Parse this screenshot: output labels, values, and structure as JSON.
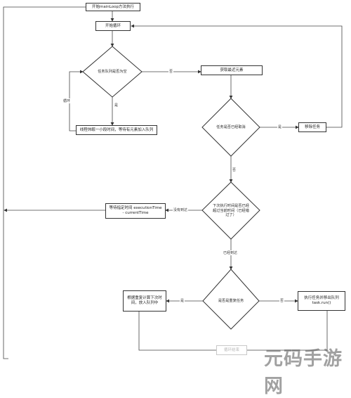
{
  "nodes": {
    "start": "开始mainLoop方法执行",
    "loop_start": "开始循环",
    "queue_empty": "任务队列是否为空",
    "get_recent": "获取最近元素",
    "wait_enqueue": "线程休眠一小段时间，等待有元素加入队列",
    "task_cancelled": "任务是否已经取消",
    "remove_task": "移除任务",
    "next_exec_time": "下次执行时间是否已经超过当前时间（已经错过了）",
    "wait_until": "等待指定时间 executionTime - currentTime",
    "is_repeat": "是否是重复任务",
    "reschedule": "根据重复计算下次时间，放入队列中",
    "run_task": "执行任务并移出队列 task.run()",
    "loop_end": "循环结束"
  },
  "edge_labels": {
    "loop": "循环",
    "no1": "否",
    "yes1": "是",
    "yes2": "是",
    "no2": "否",
    "not_arrived": "没有到达",
    "arrived": "已经到达",
    "yes3": "是",
    "no3": "否"
  },
  "watermark": "元码手游网"
}
